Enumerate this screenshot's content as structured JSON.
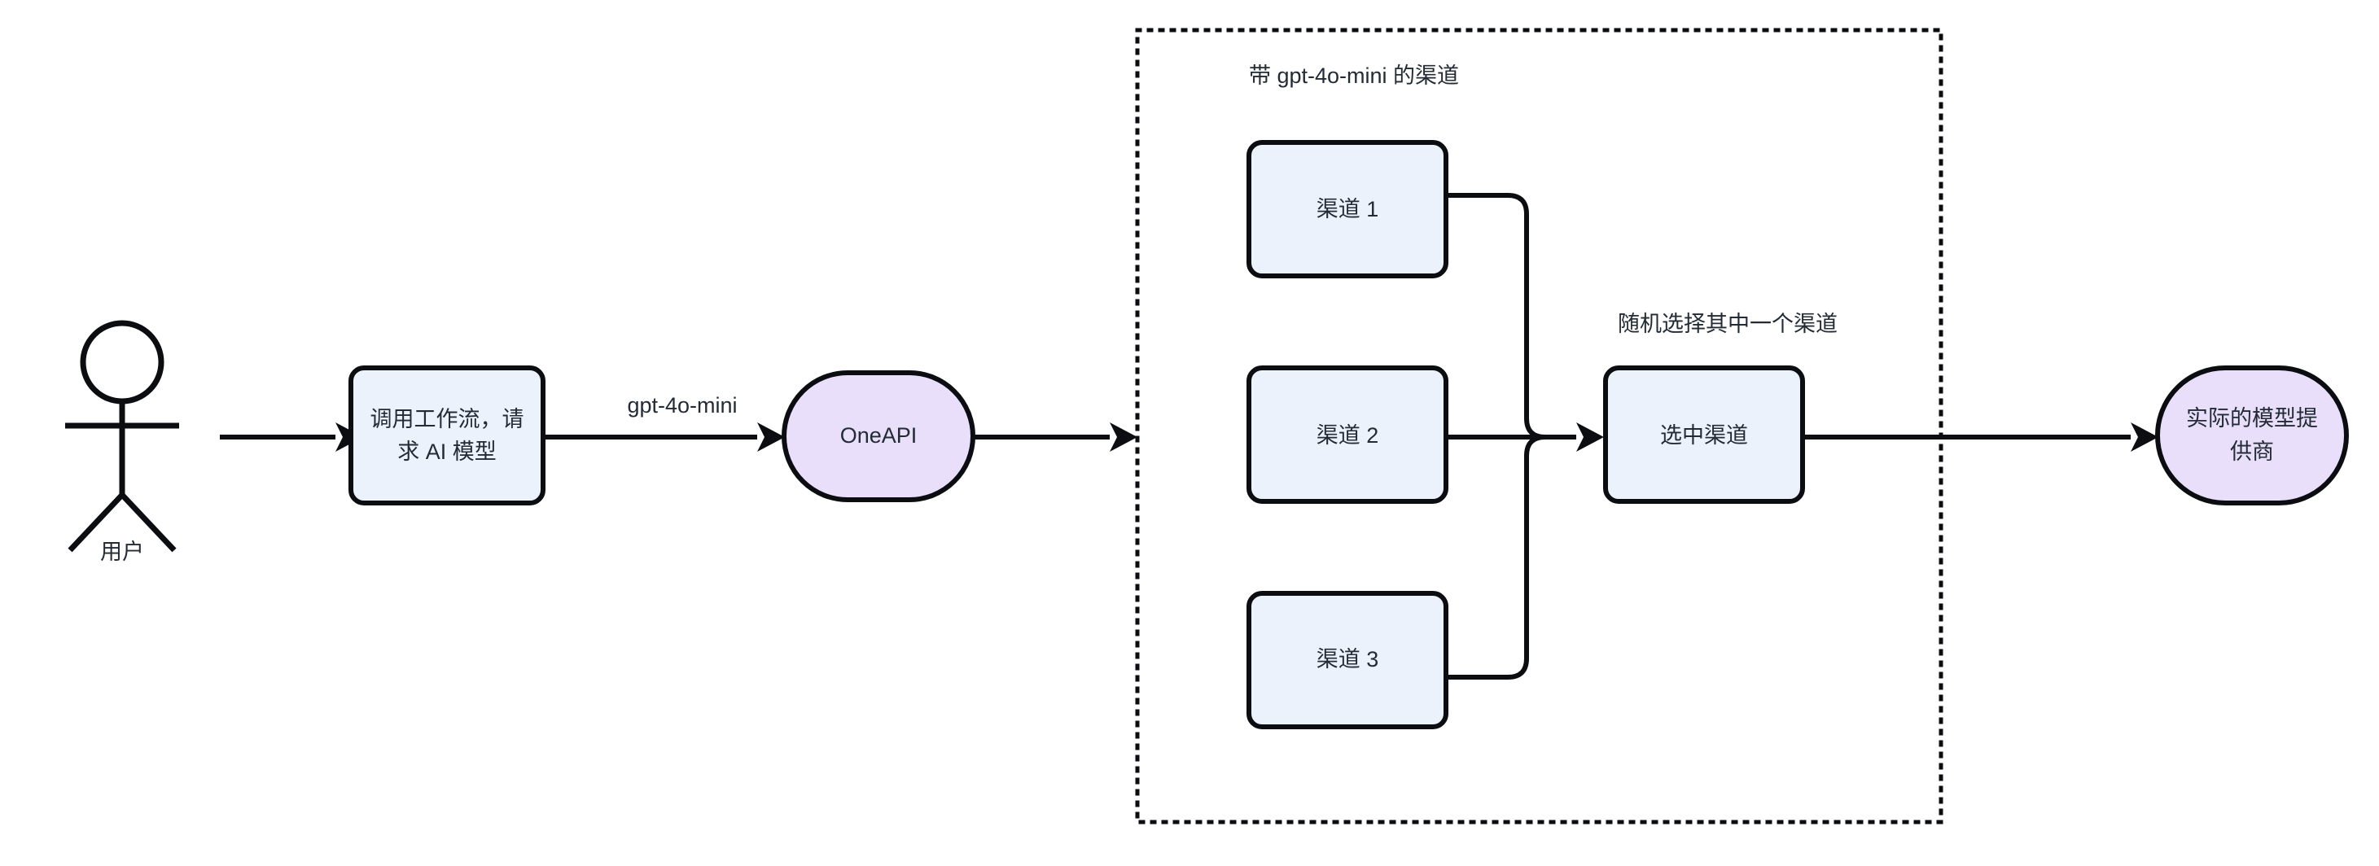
{
  "diagram": {
    "title_text": "",
    "colors": {
      "node_fill_blue": "#ecf2fb",
      "node_fill_purple": "#e9dffb",
      "stroke": "#0b0d11",
      "text": "#232b35",
      "background": "#ffffff"
    },
    "actor": {
      "name": "actor-user",
      "label": "用户"
    },
    "nodes": [
      {
        "id": "workflow",
        "label": "调用工作流，请求 AI 模型",
        "line1": "调用工作流，请",
        "line2": "求 AI 模型",
        "shape": "rounded-rect",
        "fill": "#ecf2fb"
      },
      {
        "id": "oneapi",
        "label": "OneAPI",
        "shape": "ellipse",
        "fill": "#e9dffb"
      },
      {
        "id": "channel1",
        "label": "渠道 1",
        "shape": "rounded-rect",
        "fill": "#ecf2fb"
      },
      {
        "id": "channel2",
        "label": "渠道 2",
        "shape": "rounded-rect",
        "fill": "#ecf2fb"
      },
      {
        "id": "channel3",
        "label": "渠道 3",
        "shape": "rounded-rect",
        "fill": "#ecf2fb"
      },
      {
        "id": "selected-channel",
        "label": "选中渠道",
        "shape": "rounded-rect",
        "fill": "#ecf2fb"
      },
      {
        "id": "provider",
        "label": "实际的模型提供商",
        "line1": "实际的模型提",
        "line2": "供商",
        "shape": "ellipse",
        "fill": "#e9dffb"
      }
    ],
    "group": {
      "id": "gpt4omini-channel-group",
      "title": "带 gpt-4o-mini 的渠道",
      "border_style": "dotted"
    },
    "edge_labels": {
      "user_to_workflow": "",
      "workflow_to_oneapi": "gpt-4o-mini",
      "oneapi_to_group": "",
      "channels_to_selected": "随机选择其中一个渠道",
      "selected_to_provider": ""
    }
  }
}
